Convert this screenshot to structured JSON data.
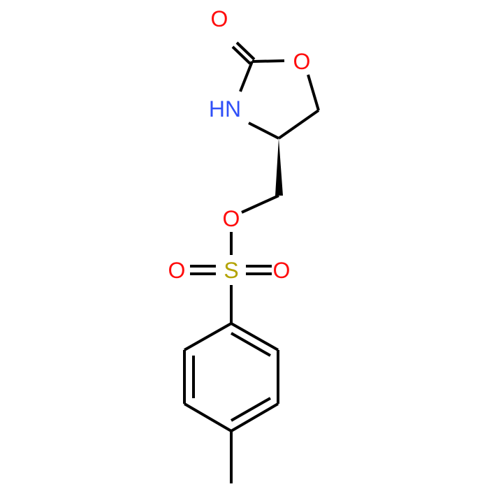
{
  "molecule": {
    "atoms": {
      "carbonyl_oxygen": {
        "label": "O",
        "color": "#ff0d0d"
      },
      "ring_oxygen": {
        "label": "O",
        "color": "#ff0d0d"
      },
      "nitrogen": {
        "label": "HN",
        "color": "#3050f8"
      },
      "ester_oxygen": {
        "label": "O",
        "color": "#ff0d0d"
      },
      "sulfur": {
        "label": "S",
        "color": "#b3a300"
      },
      "sulfonyl_oxygen_left": {
        "label": "O",
        "color": "#ff0d0d"
      },
      "sulfonyl_oxygen_right": {
        "label": "O",
        "color": "#ff0d0d"
      }
    },
    "bond_color": "#000000"
  }
}
